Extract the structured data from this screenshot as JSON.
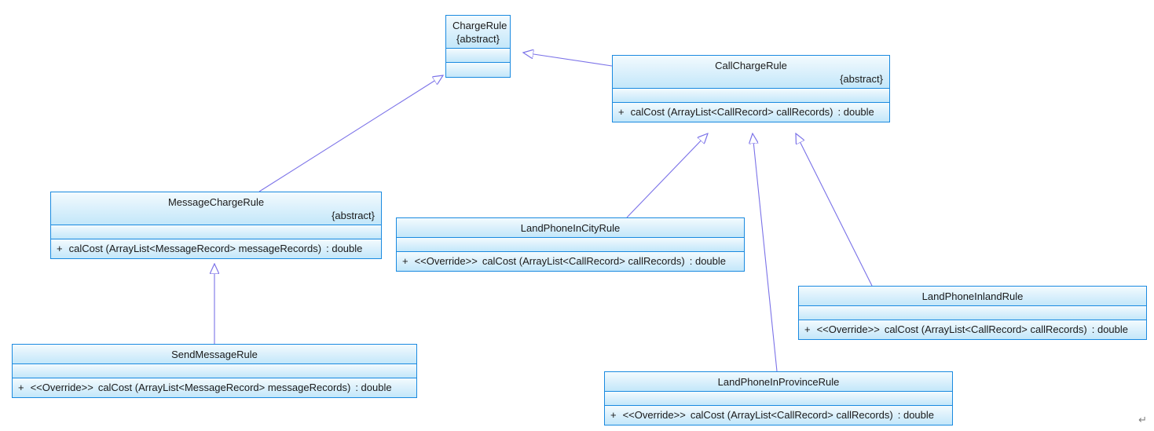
{
  "diagram": {
    "title": "ChargeRule class hierarchy",
    "type": "uml-class-diagram",
    "background_color": "#ffffff",
    "border_color": "#1a8ae0",
    "fill_top_color": "#f3fbfe",
    "fill_bottom_color": "#c3e7fa",
    "edge_color": "#7b72e8",
    "text_color": "#1a1a1a",
    "cr_mark": "↵"
  },
  "classes": {
    "charge_rule": {
      "name": "ChargeRule",
      "abstract_tag": "{abstract}",
      "attributes": [],
      "operations": []
    },
    "call_charge_rule": {
      "name": "CallChargeRule",
      "abstract_tag": "{abstract}",
      "attributes": [],
      "operations": [
        {
          "visibility": "+",
          "stereotype": "",
          "signature": "calCost (ArrayList<CallRecord> callRecords)",
          "return": ": double"
        }
      ]
    },
    "message_charge_rule": {
      "name": "MessageChargeRule",
      "abstract_tag": "{abstract}",
      "attributes": [],
      "operations": [
        {
          "visibility": "+",
          "stereotype": "",
          "signature": "calCost (ArrayList<MessageRecord> messageRecords)",
          "return": ": double"
        }
      ]
    },
    "land_phone_in_city_rule": {
      "name": "LandPhoneInCityRule",
      "abstract_tag": "",
      "attributes": [],
      "operations": [
        {
          "visibility": "+",
          "stereotype": "<<Override>>",
          "signature": "calCost (ArrayList<CallRecord> callRecords)",
          "return": ": double"
        }
      ]
    },
    "land_phone_inland_rule": {
      "name": "LandPhoneInlandRule",
      "abstract_tag": "",
      "attributes": [],
      "operations": [
        {
          "visibility": "+",
          "stereotype": "<<Override>>",
          "signature": "calCost (ArrayList<CallRecord> callRecords)",
          "return": ": double"
        }
      ]
    },
    "land_phone_in_province_rule": {
      "name": "LandPhoneInProvinceRule",
      "abstract_tag": "",
      "attributes": [],
      "operations": [
        {
          "visibility": "+",
          "stereotype": "<<Override>>",
          "signature": "calCost (ArrayList<CallRecord> callRecords)",
          "return": ": double"
        }
      ]
    },
    "send_message_rule": {
      "name": "SendMessageRule",
      "abstract_tag": "",
      "attributes": [],
      "operations": [
        {
          "visibility": "+",
          "stereotype": "<<Override>>",
          "signature": "calCost (ArrayList<MessageRecord> messageRecords)",
          "return": ": double"
        }
      ]
    }
  },
  "generalizations": [
    {
      "from": "call_charge_rule",
      "to": "charge_rule",
      "label": ""
    },
    {
      "from": "message_charge_rule",
      "to": "charge_rule",
      "label": ""
    },
    {
      "from": "land_phone_in_city_rule",
      "to": "call_charge_rule",
      "label": ""
    },
    {
      "from": "land_phone_in_province_rule",
      "to": "call_charge_rule",
      "label": ""
    },
    {
      "from": "land_phone_inland_rule",
      "to": "call_charge_rule",
      "label": ""
    },
    {
      "from": "send_message_rule",
      "to": "message_charge_rule",
      "label": ""
    }
  ]
}
